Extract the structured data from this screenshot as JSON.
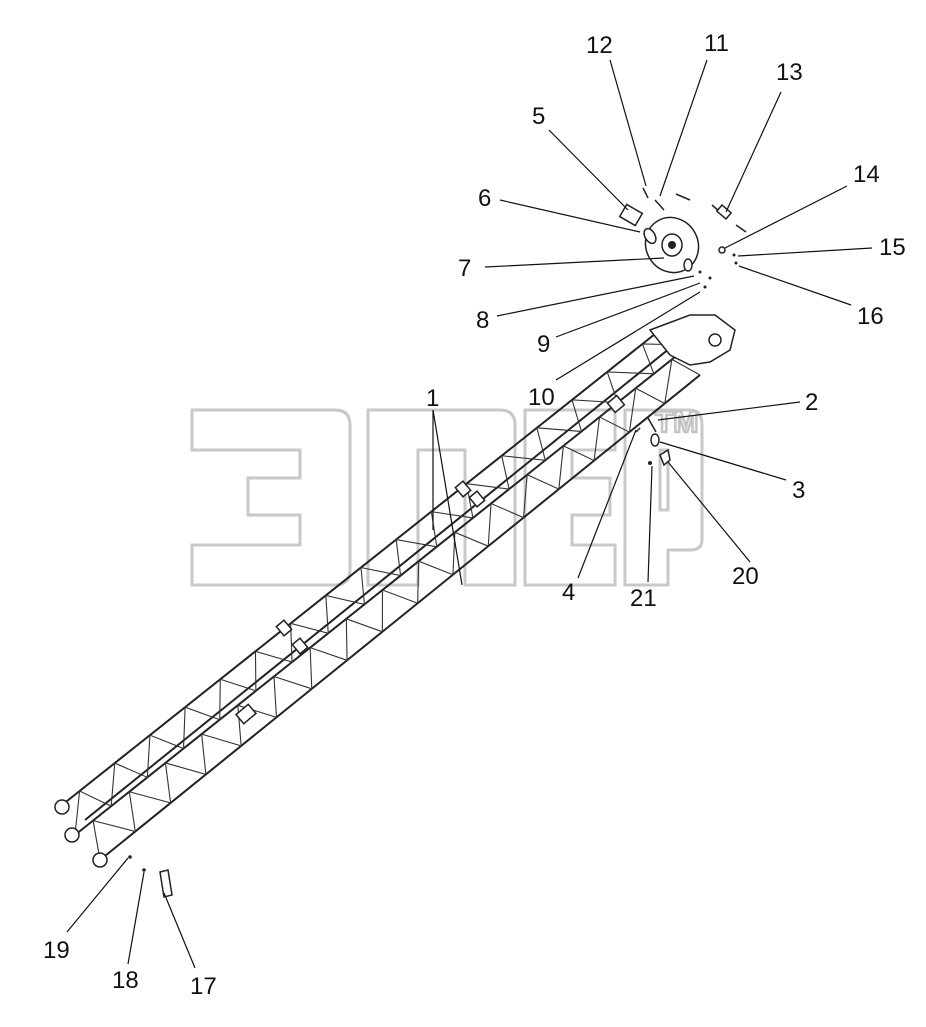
{
  "watermark": {
    "trademark": "TM"
  },
  "callouts": [
    {
      "id": "1",
      "label": "1"
    },
    {
      "id": "2",
      "label": "2"
    },
    {
      "id": "3",
      "label": "3"
    },
    {
      "id": "4",
      "label": "4"
    },
    {
      "id": "5",
      "label": "5"
    },
    {
      "id": "6",
      "label": "6"
    },
    {
      "id": "7",
      "label": "7"
    },
    {
      "id": "8",
      "label": "8"
    },
    {
      "id": "9",
      "label": "9"
    },
    {
      "id": "10",
      "label": "10"
    },
    {
      "id": "11",
      "label": "11"
    },
    {
      "id": "12",
      "label": "12"
    },
    {
      "id": "13",
      "label": "13"
    },
    {
      "id": "14",
      "label": "14"
    },
    {
      "id": "15",
      "label": "15"
    },
    {
      "id": "16",
      "label": "16"
    },
    {
      "id": "17",
      "label": "17"
    },
    {
      "id": "18",
      "label": "18"
    },
    {
      "id": "19",
      "label": "19"
    },
    {
      "id": "20",
      "label": "20"
    },
    {
      "id": "21",
      "label": "21"
    }
  ],
  "colors": {
    "line": "#222222",
    "watermark": "#c8c8c8",
    "background": "#ffffff"
  }
}
